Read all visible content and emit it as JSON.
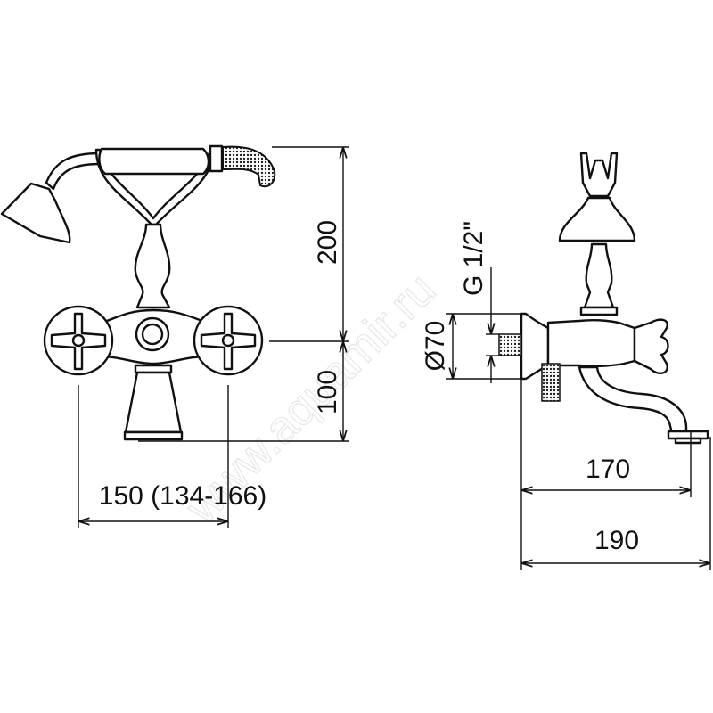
{
  "drawing": {
    "front_view": {
      "height_upper": "200",
      "height_lower": "100",
      "spacing": "150 (134-166)"
    },
    "side_view": {
      "flange_diameter": "Ø70",
      "thread": "G 1/2\"",
      "spout_reach": "170",
      "total_depth": "190"
    },
    "watermark": "www.aquamir.ru"
  }
}
